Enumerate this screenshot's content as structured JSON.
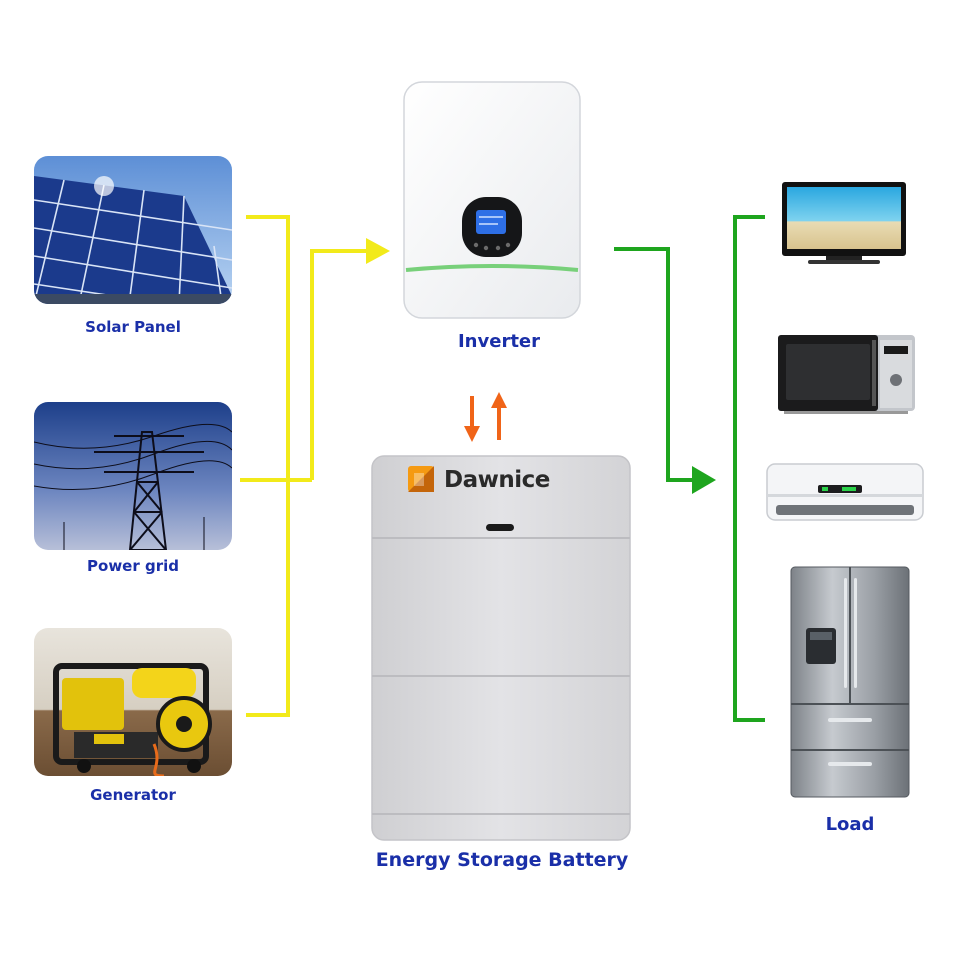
{
  "sources": [
    {
      "id": "solar",
      "label": "Solar Panel",
      "icon": "solar-panel-photo"
    },
    {
      "id": "grid",
      "label": "Power grid",
      "icon": "power-pylon-photo"
    },
    {
      "id": "generator",
      "label": "Generator",
      "icon": "generator-photo"
    }
  ],
  "inverter": {
    "label": "Inverter",
    "icon": "inverter-photo"
  },
  "battery": {
    "label": "Energy Storage Battery",
    "brand": "Dawnice",
    "icon": "battery-photo"
  },
  "load": {
    "label": "Load",
    "items": [
      {
        "id": "tv",
        "icon": "tv-photo"
      },
      {
        "id": "microwave",
        "icon": "microwave-photo"
      },
      {
        "id": "air-conditioner",
        "icon": "air-conditioner-photo"
      },
      {
        "id": "refrigerator",
        "icon": "refrigerator-photo"
      }
    ]
  },
  "colors": {
    "label_text": "#1a2fa8",
    "source_line": "#f2ea1a",
    "load_line": "#1ea51e",
    "charge_arrow": "#f06418",
    "brand_orange": "#f59a12"
  }
}
